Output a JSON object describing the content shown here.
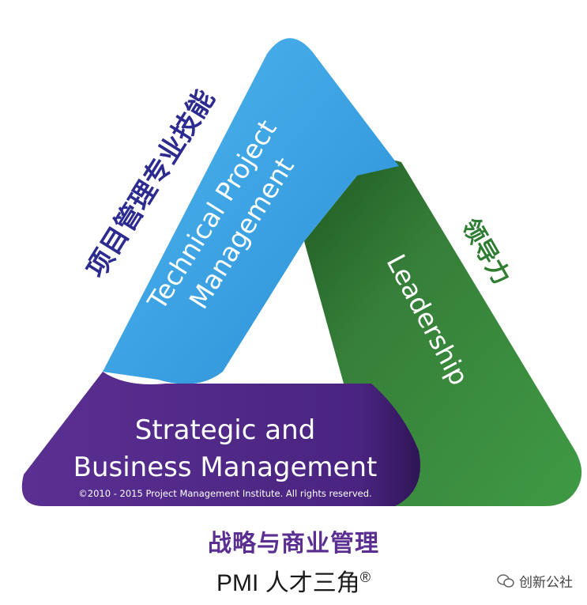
{
  "diagram": {
    "technical_label_line1": "Technical Project",
    "technical_label_line2": "Management",
    "leadership_label": "Leadership",
    "strategic_label_line1": "Strategic and",
    "strategic_label_line2": "Business Management",
    "copyright": "©2010 - 2015 Project Management Institute. All rights reserved.",
    "cn_technical": "项目管理专业技能",
    "cn_leadership": "领导力",
    "cn_strategic": "战略与商业管理",
    "footer_title": "PMI 人才三角",
    "footer_mark": "®",
    "watermark": "创新公社",
    "colors": {
      "blue": "#3aa3e3",
      "green": "#3b8c3e",
      "purple": "#5b2e91"
    }
  }
}
